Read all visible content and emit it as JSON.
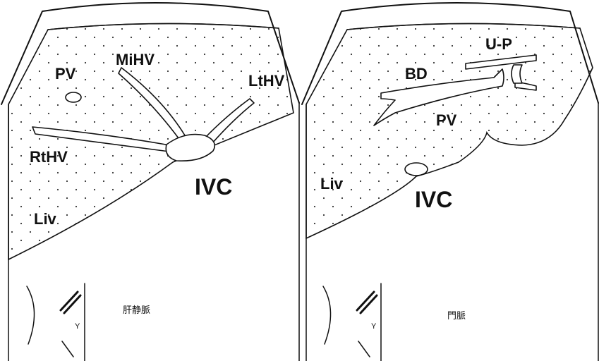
{
  "left_panel": {
    "labels": {
      "pv": "PV",
      "mihv": "MiHV",
      "lthv": "LtHV",
      "rthv": "RtHV",
      "ivc": "IVC",
      "liv": "Liv"
    },
    "caption": "肝静脈",
    "probe_mark": "Y"
  },
  "right_panel": {
    "labels": {
      "up": "U-P",
      "bd": "BD",
      "pv": "PV",
      "ivc": "IVC",
      "liv": "Liv"
    },
    "caption": "門脈",
    "probe_mark": "Y"
  }
}
